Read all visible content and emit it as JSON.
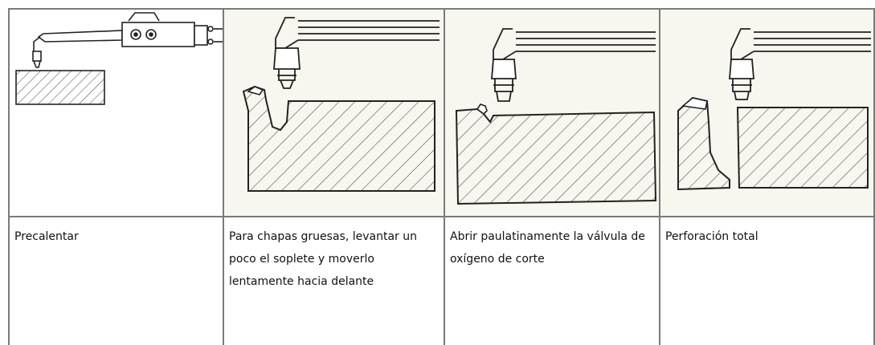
{
  "steps": [
    {
      "caption": "Precalentar",
      "icon": "torch-preheat-icon"
    },
    {
      "caption": "Para chapas gruesas, levantar un poco el soplete y moverlo lentamente hacia delante",
      "icon": "torch-piercing-start-icon"
    },
    {
      "caption": "Abrir paulatinamente la válvula de oxígeno de corte",
      "icon": "torch-oxygen-valve-icon"
    },
    {
      "caption": "Perforación total",
      "icon": "torch-full-pierce-icon"
    }
  ],
  "colors": {
    "border": "#7a7a7a",
    "ink": "#222222",
    "paper": "#ffffff",
    "paper_tint": "#f6f5ee"
  }
}
